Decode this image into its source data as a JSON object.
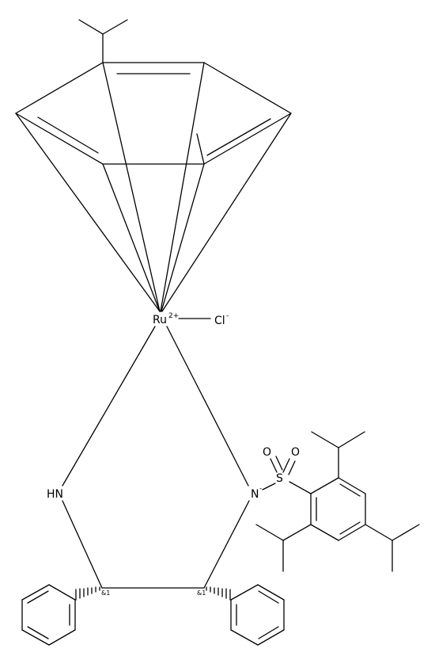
{
  "labels": {
    "ruthenium": "Ru",
    "ruthenium_charge": "2+",
    "chloride": "Cl",
    "chloride_charge": "-",
    "amine": "HN",
    "amide": "N",
    "amide_charge": "-",
    "sulfur": "S",
    "oxygen_1": "O",
    "oxygen_2": "O",
    "stereo_left": "&1",
    "stereo_right": "&1"
  },
  "colors": {
    "bond": "#000000",
    "background": "#ffffff"
  }
}
